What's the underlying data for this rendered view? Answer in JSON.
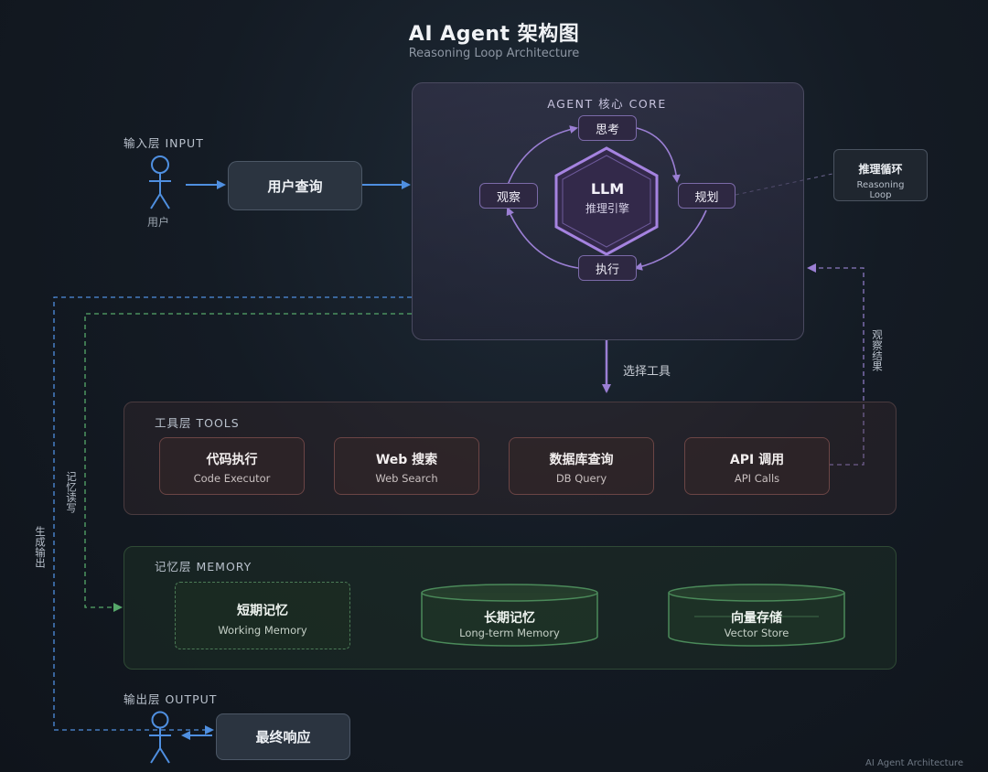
{
  "header": {
    "title": "AI Agent 架构图",
    "subtitle": "Reasoning Loop Architecture"
  },
  "input_layer": {
    "label": "输入层 INPUT",
    "user_label": "用户",
    "query_box": "用户查询"
  },
  "agent_core": {
    "label": "AGENT 核心 CORE",
    "loop_nodes": {
      "think": "思考",
      "plan": "规划",
      "act": "执行",
      "observe": "观察"
    },
    "llm": {
      "title": "LLM",
      "subtitle": "推理引擎"
    },
    "reasoning_loop": {
      "title": "推理循环",
      "subtitle_line1": "Reasoning",
      "subtitle_line2": "Loop"
    }
  },
  "edges": {
    "select_tool": "选择工具",
    "observe_result": "观察结果",
    "memory_rw": "记忆读写",
    "generate_output": "生成输出"
  },
  "tools_layer": {
    "label": "工具层 TOOLS",
    "tools": [
      {
        "title": "代码执行",
        "subtitle": "Code Executor"
      },
      {
        "title": "Web 搜索",
        "subtitle": "Web Search"
      },
      {
        "title": "数据库查询",
        "subtitle": "DB Query"
      },
      {
        "title": "API 调用",
        "subtitle": "API Calls"
      }
    ]
  },
  "memory_layer": {
    "label": "记忆层 MEMORY",
    "items": [
      {
        "title": "短期记忆",
        "subtitle": "Working Memory"
      },
      {
        "title": "长期记忆",
        "subtitle": "Long-term Memory"
      },
      {
        "title": "向量存储",
        "subtitle": "Vector Store"
      }
    ]
  },
  "output_layer": {
    "label": "输出层 OUTPUT",
    "response_box": "最终响应"
  },
  "footer": "AI Agent Architecture",
  "colors": {
    "accent_purple": "#9b7fd4",
    "arrow_blue": "#4f8fe0",
    "tool_border": "#6b4545",
    "memory_border": "#4b7a56"
  },
  "icons": [
    "user-icon",
    "output-user-icon",
    "llm-hexagon-icon",
    "database-cylinder-icon"
  ]
}
